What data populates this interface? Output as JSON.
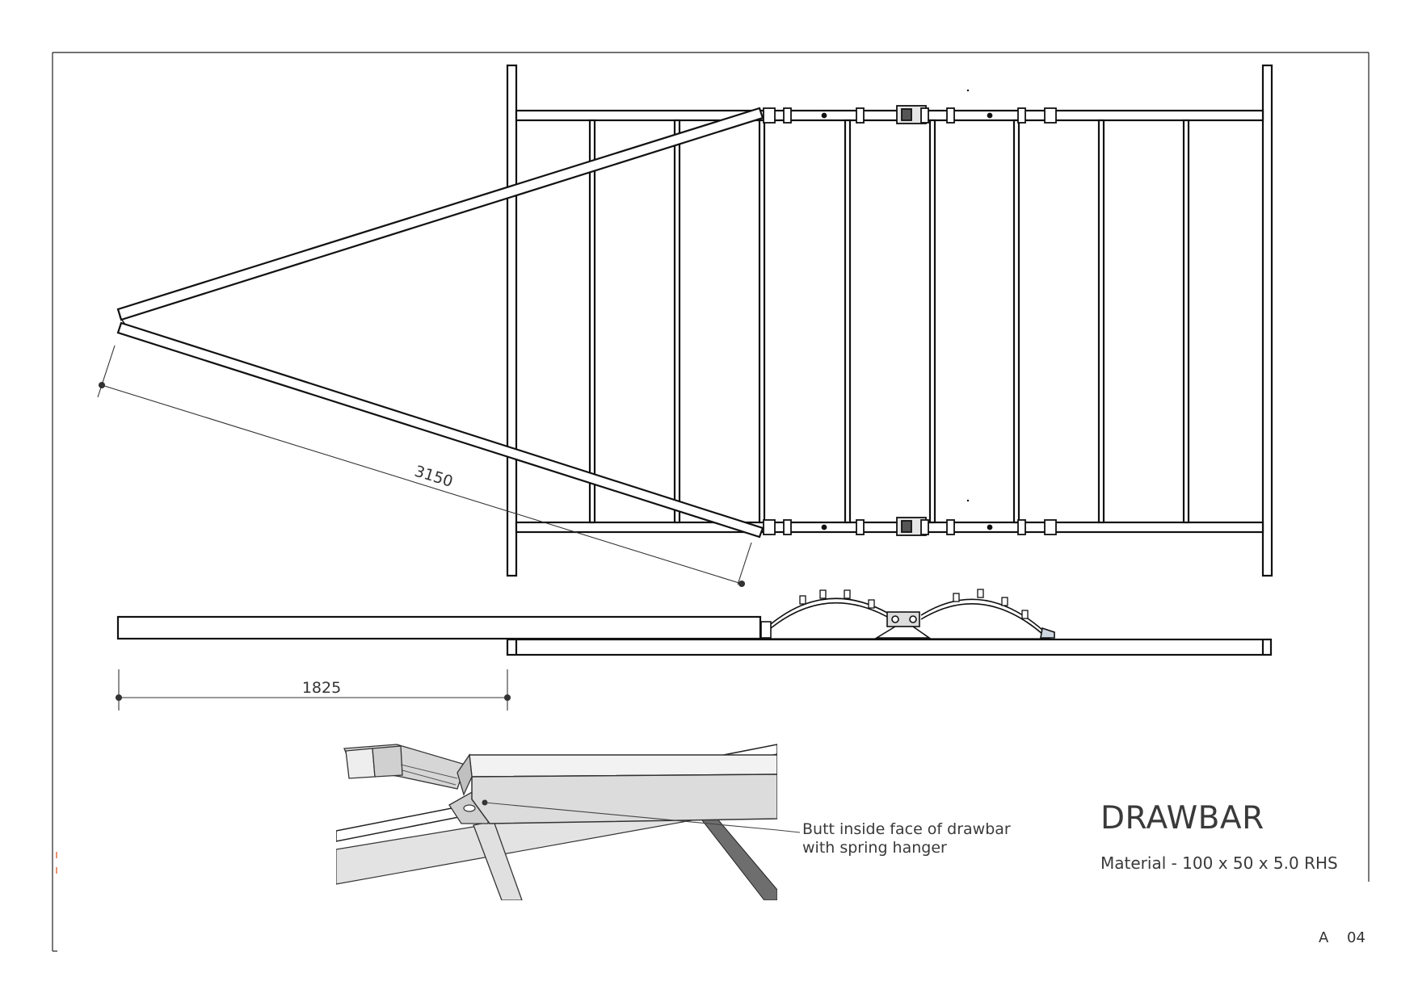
{
  "drawing": {
    "title": "DRAWBAR",
    "material": "Material - 100 x 50 x 5.0 RHS",
    "callout": [
      "Butt inside face of drawbar",
      "with spring hanger"
    ],
    "dimensions": {
      "drawbar_length": "3150",
      "overhang": "1825"
    },
    "sheet": {
      "size": "A",
      "number": "04"
    }
  },
  "colors": {
    "line": "#111111",
    "dim": "#333333",
    "steel_light": "#e6e6e6",
    "steel_mid": "#c8c8c8",
    "steel_dark": "#6e6e6e"
  }
}
